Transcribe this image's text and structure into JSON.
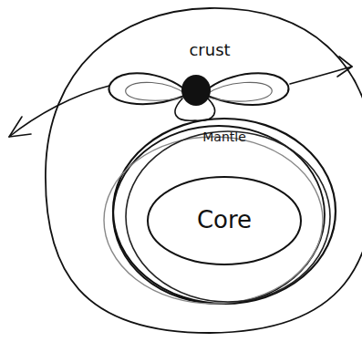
{
  "diagram": {
    "nodes": [
      {
        "text": [
          "crust"
        ]
      },
      {
        "text": [
          "Mantle"
        ],
        "in": 0
      },
      {
        "text": [
          "Core"
        ],
        "in": 1
      }
    ]
  }
}
